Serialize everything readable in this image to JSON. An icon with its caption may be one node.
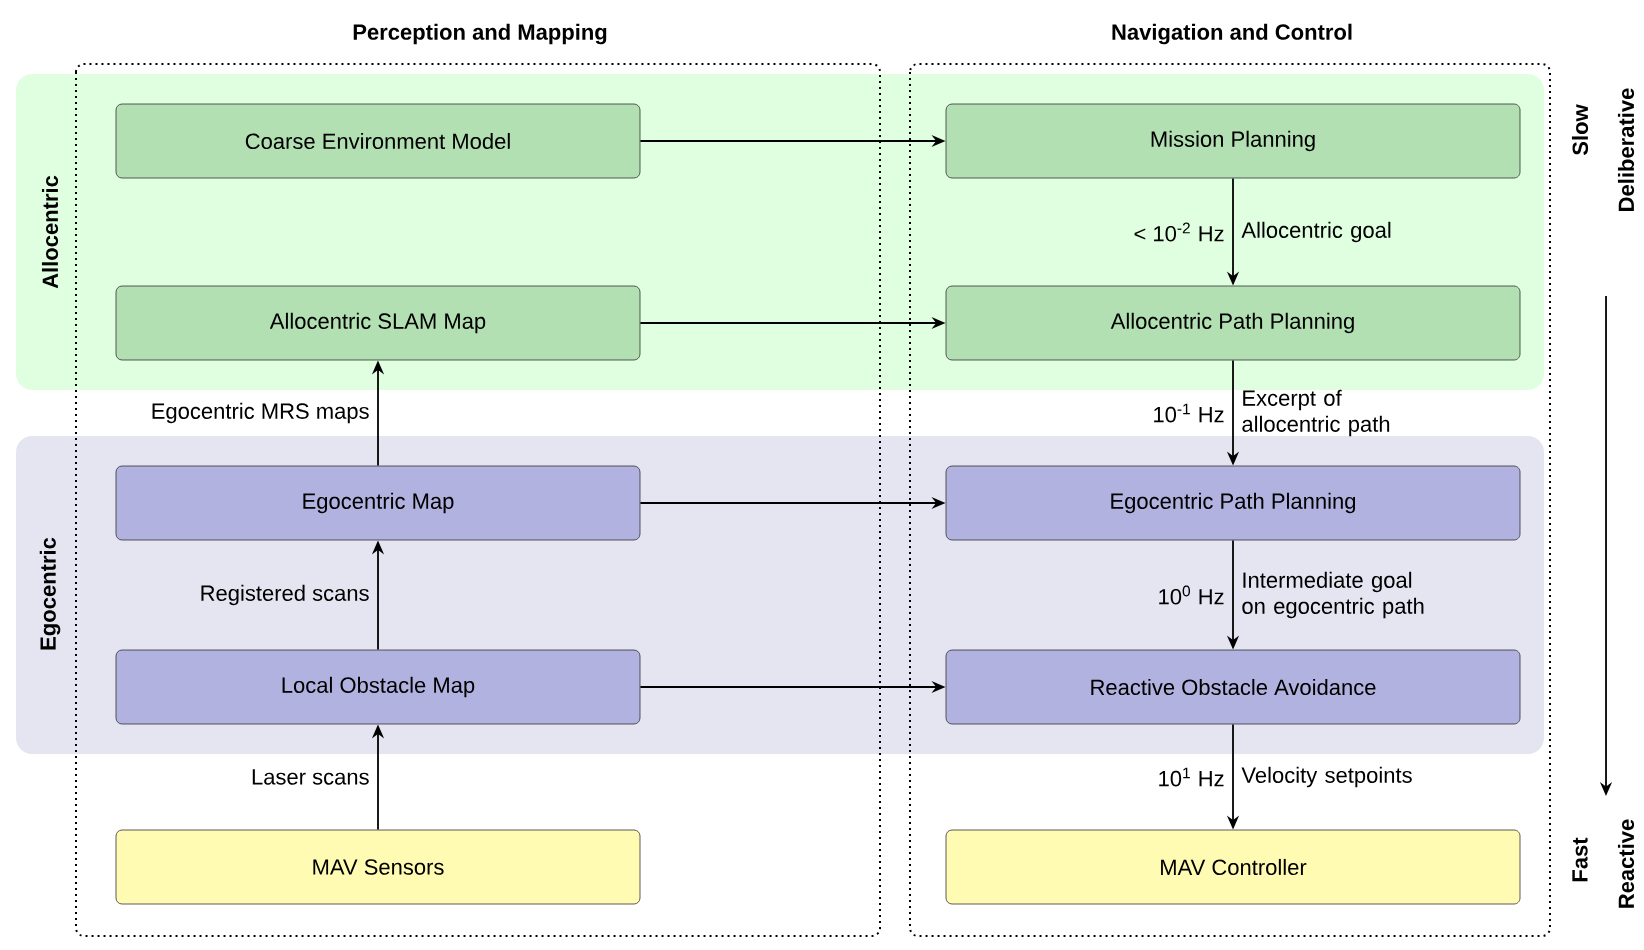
{
  "diagram": {
    "nodes": [
      {
        "text": [
          "Coarse Environment Model"
        ]
      },
      {
        "text": [
          "Allocentric SLAM Map"
        ]
      },
      {
        "text": [
          "Egocentric Map"
        ]
      },
      {
        "text": [
          "Local Obstacle Map"
        ]
      },
      {
        "text": [
          "MAV Sensors"
        ]
      },
      {
        "text": [
          "Mission Planning"
        ]
      },
      {
        "text": [
          "Allocentric Path Planning"
        ]
      },
      {
        "text": [
          "Egocentric Path Planning"
        ]
      },
      {
        "text": [
          "Reactive Obstacle Avoidance"
        ]
      },
      {
        "text": [
          "MAV Controller"
        ]
      }
    ],
    "edges": [
      {
        "from": 4,
        "to": 3,
        "arrow": "to",
        "label": "Laser scans"
      },
      {
        "from": 3,
        "to": 2,
        "arrow": "to",
        "label": "Registered scans"
      },
      {
        "from": 2,
        "to": 1,
        "arrow": "to",
        "label": "Egocentric MRS maps"
      },
      {
        "from": 0,
        "to": 5,
        "arrow": "to"
      },
      {
        "from": 1,
        "to": 6,
        "arrow": "to"
      },
      {
        "from": 2,
        "to": 7,
        "arrow": "to"
      },
      {
        "from": 3,
        "to": 8,
        "arrow": "to"
      },
      {
        "from": 5,
        "to": 6,
        "arrow": "to",
        "label": "Allocentric goal"
      },
      {
        "from": 6,
        "to": 7,
        "arrow": "to",
        "label": "Excerpt of allocentric path"
      },
      {
        "from": 7,
        "to": 8,
        "arrow": "to",
        "label": "Intermediate goal on egocentric path"
      },
      {
        "from": 8,
        "to": 9,
        "arrow": "to",
        "label": "Velocity setpoints"
      }
    ],
    "labels": [
      "Perception and Mapping",
      "Navigation and Control",
      "Slow",
      "Deliberative",
      "Allocentric",
      "< 10$^{-2}$ Hz",
      "10$^{-1}$ Hz",
      "Egocentric",
      "10$^{0}$ Hz",
      "10$^{1}$ Hz",
      "Fast",
      "Reactive"
    ]
  }
}
